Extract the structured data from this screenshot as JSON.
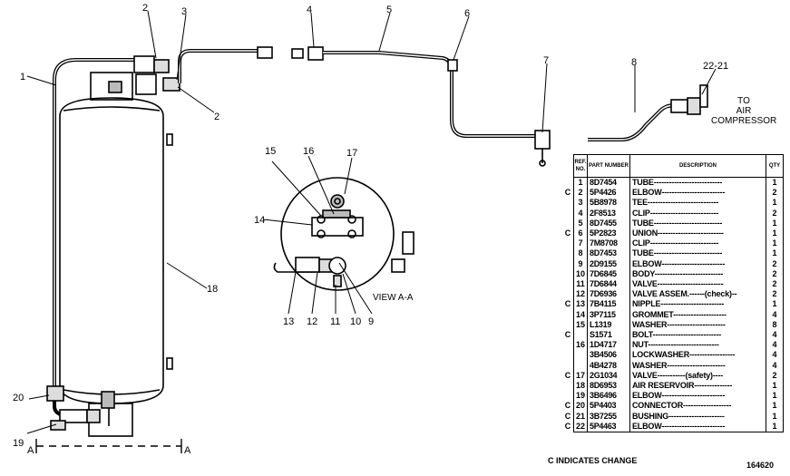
{
  "destination": {
    "line1": "TO",
    "line2": "AIR",
    "line3": "COMPRESSOR"
  },
  "view_label": "VIEW A-A",
  "section_marker": "A",
  "callouts": {
    "c1": "1",
    "c2a": "2",
    "c2b": "2",
    "c3": "3",
    "c4": "4",
    "c5": "5",
    "c6": "6",
    "c7": "7",
    "c8": "8",
    "c2221": "22-21",
    "c9": "9",
    "c10": "10",
    "c11": "11",
    "c12": "12",
    "c13": "13",
    "c14": "14",
    "c15": "15",
    "c16": "16",
    "c17": "17",
    "c18": "18",
    "c19": "19",
    "c20": "20"
  },
  "table": {
    "headers": {
      "ref": "REF. NO.",
      "part": "PART NUMBER",
      "description": "DESCRIPTION",
      "qty": "QTY"
    },
    "rows": [
      {
        "c": "",
        "ref": "1",
        "part": "8D7454",
        "desc": "TUBE---------------------------",
        "qty": "1"
      },
      {
        "c": "C",
        "ref": "2",
        "part": "5P4426",
        "desc": "ELBOW-------------------------",
        "qty": "2"
      },
      {
        "c": "",
        "ref": "3",
        "part": "5B8978",
        "desc": "TEE----------------------------",
        "qty": "1"
      },
      {
        "c": "",
        "ref": "4",
        "part": "2F8513",
        "desc": "CLIP---------------------------",
        "qty": "2"
      },
      {
        "c": "",
        "ref": "5",
        "part": "8D7455",
        "desc": "TUBE---------------------------",
        "qty": "1"
      },
      {
        "c": "C",
        "ref": "6",
        "part": "5P2823",
        "desc": "UNION--------------------------",
        "qty": "1"
      },
      {
        "c": "",
        "ref": "7",
        "part": "7M8708",
        "desc": "CLIP---------------------------",
        "qty": "1"
      },
      {
        "c": "",
        "ref": "8",
        "part": "8D7453",
        "desc": "TUBE---------------------------",
        "qty": "1"
      },
      {
        "c": "",
        "ref": "9",
        "part": "2D9155",
        "desc": "ELBOW-------------------------",
        "qty": "2"
      },
      {
        "c": "",
        "ref": "10",
        "part": "7D6845",
        "desc": "BODY---------------------------",
        "qty": "2"
      },
      {
        "c": "",
        "ref": "11",
        "part": "7D6844",
        "desc": "VALVE--------------------------",
        "qty": "2"
      },
      {
        "c": "",
        "ref": "12",
        "part": "7D6936",
        "desc": "VALVE ASSEM.------(check)--",
        "qty": "2"
      },
      {
        "c": "C",
        "ref": "13",
        "part": "7B4115",
        "desc": "NIPPLE-------------------------",
        "qty": "1"
      },
      {
        "c": "",
        "ref": "14",
        "part": "3P7115",
        "desc": "GROMMET---------------------",
        "qty": "4"
      },
      {
        "c": "",
        "ref": "15",
        "part": "L1319",
        "desc": "WASHER-----------------------",
        "qty": "8"
      },
      {
        "c": "C",
        "ref": "",
        "part": "S1571",
        "desc": "BOLT---------------------------",
        "qty": "4"
      },
      {
        "c": "",
        "ref": "16",
        "part": "1D4717",
        "desc": "NUT----------------------------",
        "qty": "4"
      },
      {
        "c": "",
        "ref": "",
        "part": "3B4506",
        "desc": "LOCKWASHER------------------",
        "qty": "4"
      },
      {
        "c": "",
        "ref": "",
        "part": "4B4278",
        "desc": "WASHER-----------------------",
        "qty": "4"
      },
      {
        "c": "C",
        "ref": "17",
        "part": "2G1034",
        "desc": "VALVE-----------(safety)----",
        "qty": "2"
      },
      {
        "c": "",
        "ref": "18",
        "part": "8D6953",
        "desc": "AIR RESERVOIR---------------",
        "qty": "1"
      },
      {
        "c": "",
        "ref": "19",
        "part": "3B6496",
        "desc": "ELBOW-------------------------",
        "qty": "1"
      },
      {
        "c": "C",
        "ref": "20",
        "part": "5P4403",
        "desc": "CONNECTOR-------------------",
        "qty": "1"
      },
      {
        "c": "C",
        "ref": "21",
        "part": "3B7255",
        "desc": "BUSHING----------------------",
        "qty": "1"
      },
      {
        "c": "C",
        "ref": "22",
        "part": "5P4463",
        "desc": "ELBOW-------------------------",
        "qty": "1"
      }
    ]
  },
  "legend": "C INDICATES CHANGE",
  "figure_number": "164620"
}
